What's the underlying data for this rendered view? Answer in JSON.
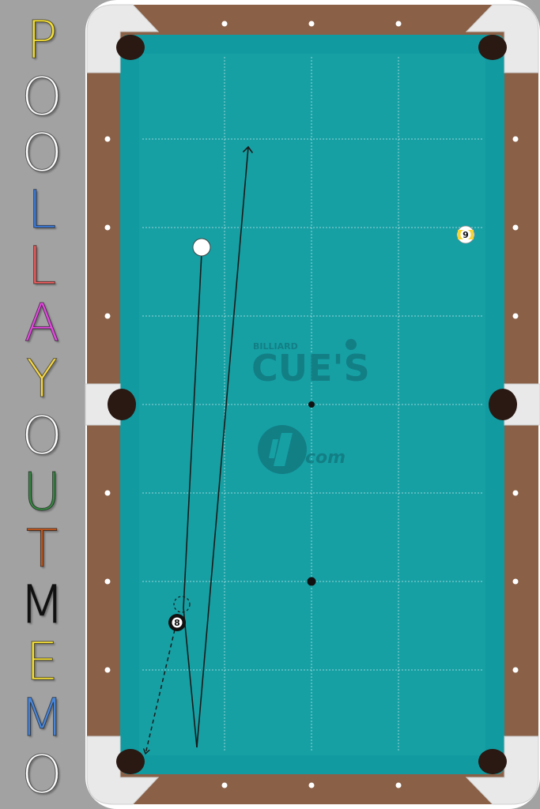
{
  "title": {
    "letters": [
      "P",
      "O",
      "O",
      "L",
      "L",
      "A",
      "Y",
      "O",
      "U",
      "T",
      "M",
      "E",
      "M",
      "O"
    ],
    "colors": [
      "#f7e23a",
      "#ffffff",
      "#ffffff",
      "#3f7fe0",
      "#f06060",
      "#e24adf",
      "#f7d94a",
      "#ffffff",
      "#3a8a45",
      "#c3581e",
      "#111111",
      "#f7e23a",
      "#4a86d8",
      "#ffffff"
    ]
  },
  "table": {
    "cloth_color": "#16a0a4",
    "rail_color": "#8a6047",
    "pocket_color": "#2a1812"
  },
  "logo": {
    "brand_small": "BILLIARD",
    "brand_main": "CUE'S",
    "site": "com",
    "color": "#127a80"
  },
  "balls": {
    "cue": {
      "label": "cue ball"
    },
    "eight": {
      "number": "8"
    },
    "nine": {
      "number": "9"
    }
  }
}
